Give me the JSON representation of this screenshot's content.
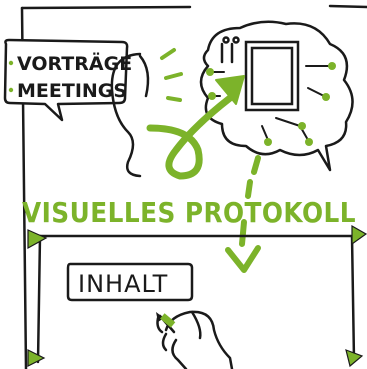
{
  "bubble": {
    "line1": "VORTRÄGE",
    "line2": "MEETINGS"
  },
  "title": "VISUELLES PROTOKOLL",
  "content_box": {
    "label": "INHALT"
  },
  "colors": {
    "accent": "#7cb32a",
    "ink": "#1a1a1a",
    "background": "#ffffff"
  },
  "icons": [
    "speech-bubble-icon",
    "ear-icon",
    "head-brain-icon",
    "picture-frame-icon",
    "curly-arrow-icon",
    "down-arrow-icon",
    "hand-pen-icon"
  ]
}
